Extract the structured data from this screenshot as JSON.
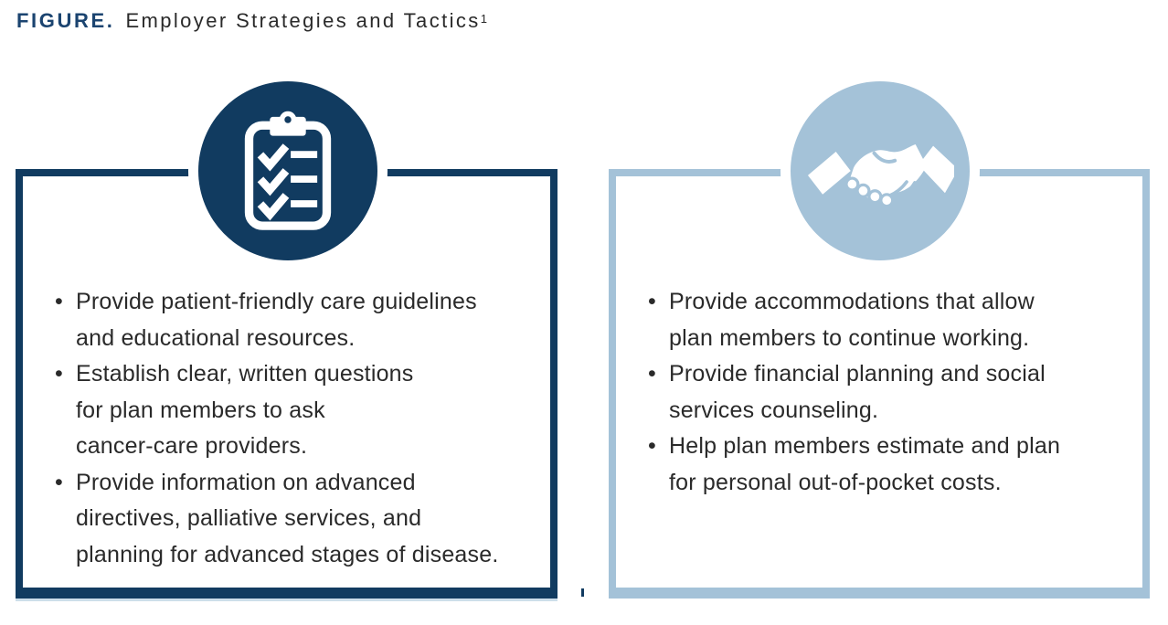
{
  "header": {
    "label": "FIGURE.",
    "title": "Employer Strategies and Tactics",
    "footnote_marker": "1"
  },
  "bullet_char": "•",
  "colors": {
    "navy": "#113b60",
    "light_blue": "#a4c2d8",
    "title_navy": "#1b4470",
    "text": "#2a2a2a"
  },
  "panels": [
    {
      "name": "care-guidance-panel",
      "icon": "checklist-clipboard-icon",
      "bullets": [
        {
          "lines": [
            "Provide patient-friendly care guidelines",
            "and educational resources."
          ]
        },
        {
          "lines": [
            "Establish clear, written questions",
            "for plan members to ask",
            "cancer-care providers."
          ]
        },
        {
          "lines": [
            "Provide information on advanced",
            "directives, palliative services, and",
            "planning for advanced stages of disease."
          ]
        }
      ]
    },
    {
      "name": "workplace-support-panel",
      "icon": "handshake-icon",
      "bullets": [
        {
          "lines": [
            "Provide accommodations that allow",
            "plan members to continue working."
          ]
        },
        {
          "lines": [
            "Provide financial planning and social",
            "services counseling."
          ]
        },
        {
          "lines": [
            "Help plan members estimate and plan",
            "for personal out-of-pocket costs."
          ]
        }
      ]
    }
  ]
}
